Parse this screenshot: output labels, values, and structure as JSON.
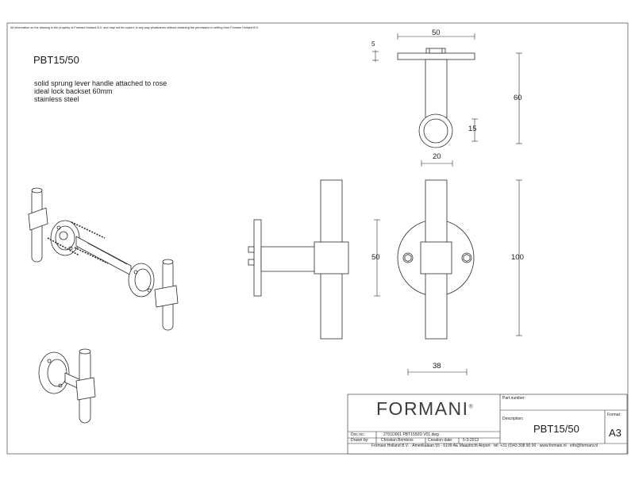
{
  "notice": "All information on the drawing is the property of Formani Holland B.V. and may not be copied, in any way whatsoever without obtaining the permission in writing from Formani Holland B.V.",
  "product": {
    "code": "PBT15/50",
    "description_lines": [
      "solid sprung lever handle attached to rose",
      "ideal lock backset 60mm",
      "stainless steel"
    ]
  },
  "dimensions": {
    "rose_diameter": "50",
    "rose_thickness": "5",
    "projection": "60",
    "grip_diameter": "15",
    "collar_width": "20",
    "sleeve_height": "50",
    "handle_length": "100",
    "fixing_spacing": "38"
  },
  "title_block": {
    "brand": "FORMANI",
    "brand_mark": "®",
    "part_number_label": "Part number:",
    "part_number_value": "",
    "description_label": "Description:",
    "description_value": "PBT15/50",
    "format_label": "Format:",
    "format_value": "A3",
    "doc_no_label": "Doc no.:",
    "doc_no_value": "2701D001 PBT1550D V01.dwg",
    "drawn_by_label": "Drawn by:",
    "drawn_by_value": "Christian Brimbois",
    "creation_date_label": "Creation date:",
    "creation_date_value": "5-3-2013",
    "footer": "Formani Holland B.V.  ·  Amerikalaan 55  ·  6199 AE Maastricht Airport  ·  tel: +31 (0)43 308 90 00  ·  www.formani.nl  ·  info@formani.nl"
  },
  "colors": {
    "line": "#2a2a2a",
    "paper": "#ffffff"
  }
}
